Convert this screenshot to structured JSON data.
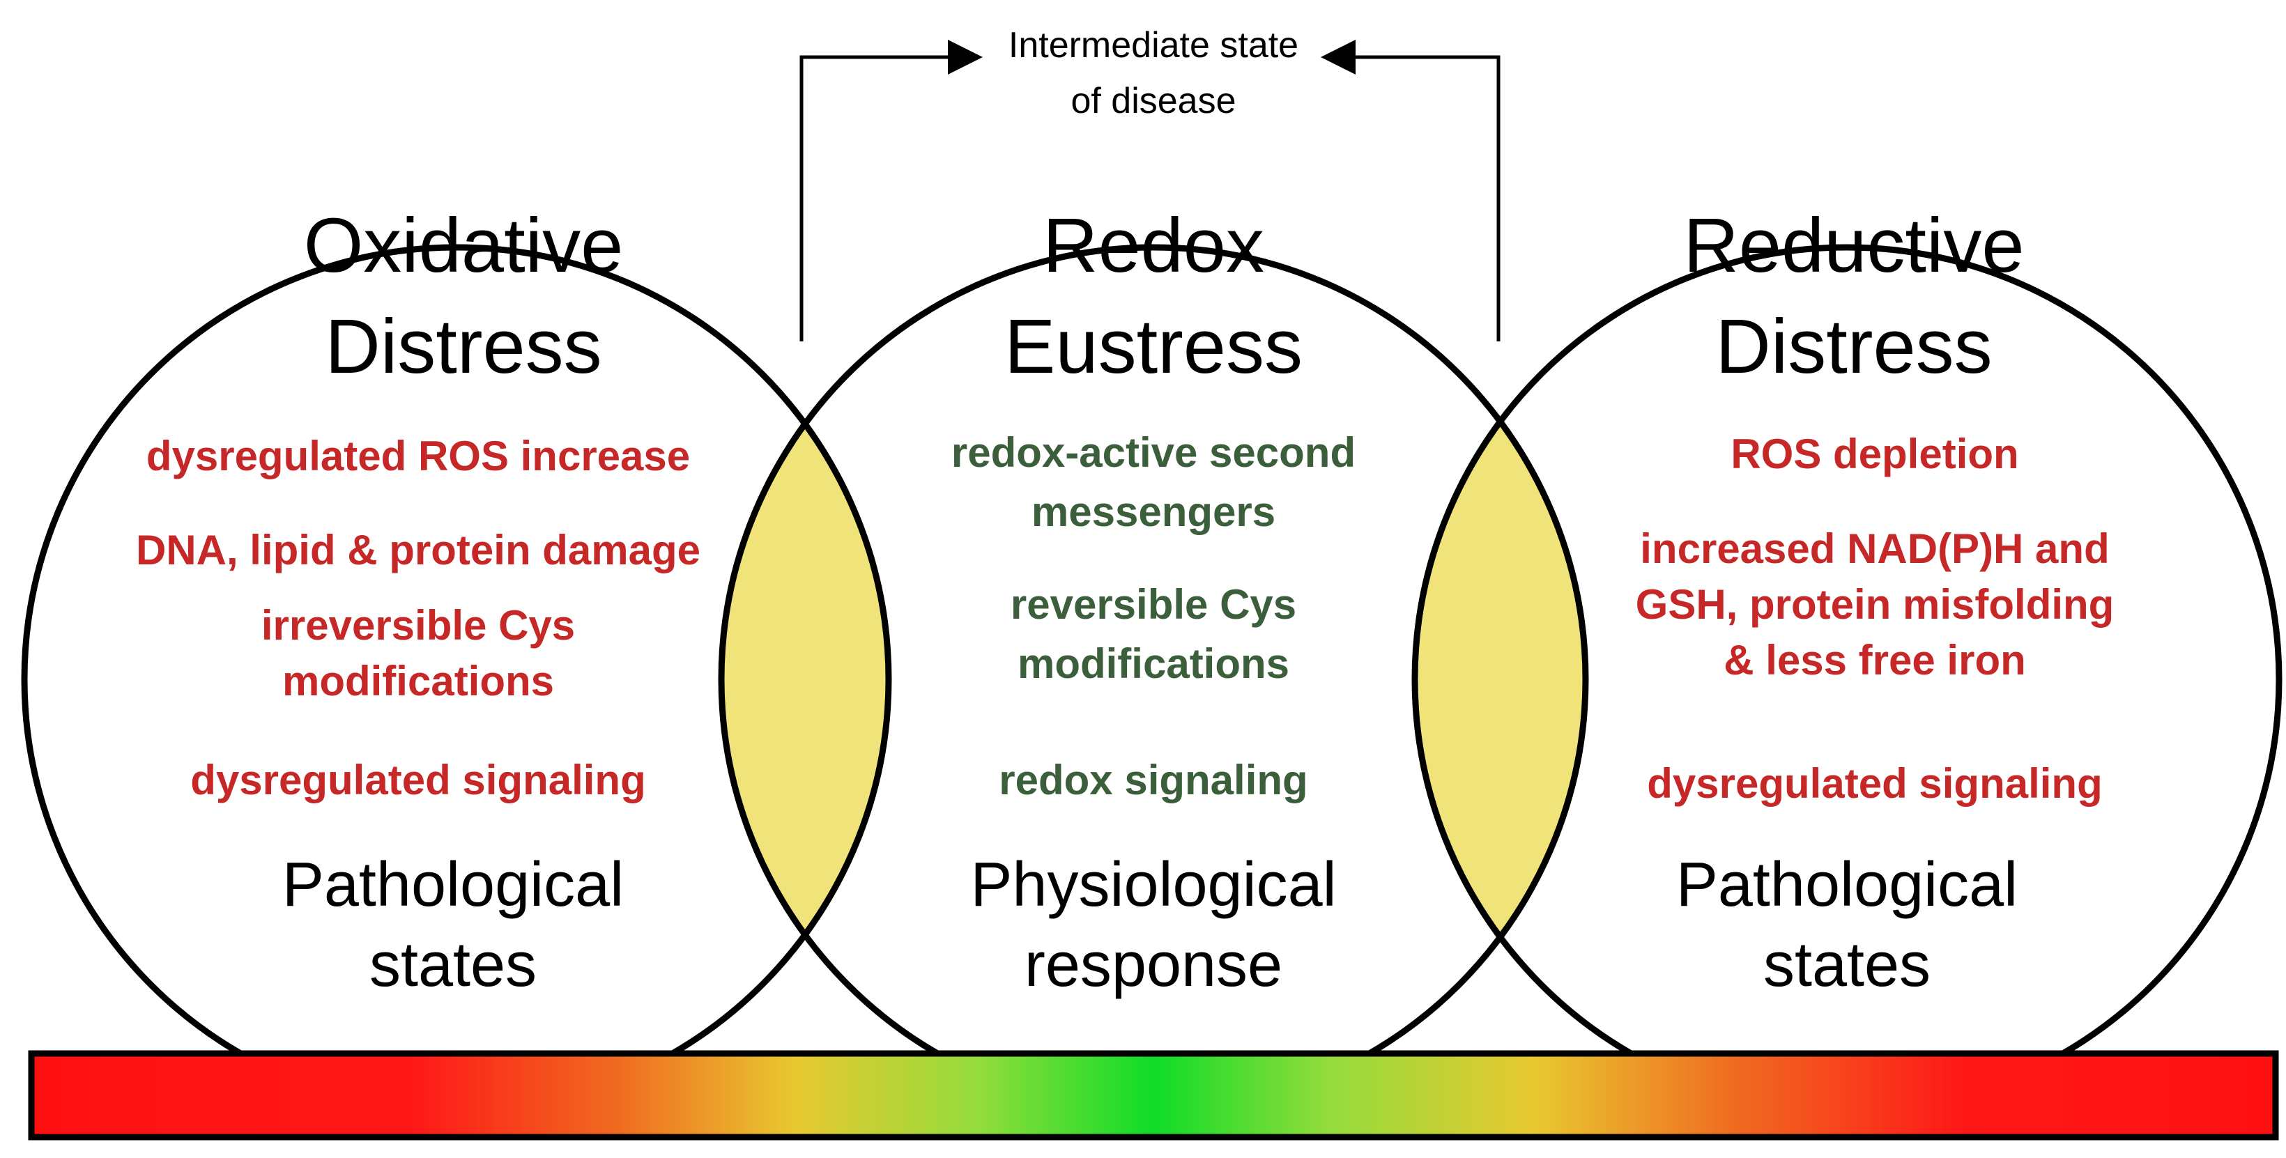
{
  "colors": {
    "pathological_text": "#c62828",
    "physiological_text": "#3b5e3b",
    "overlap_fill": "#f0e37a",
    "gradient": [
      "#ff1010",
      "#ff1818",
      "#f06a20",
      "#e8c830",
      "#96dc3c",
      "#10dc28",
      "#96dc3c",
      "#e8c830",
      "#f06a20",
      "#ff1818",
      "#ff1010"
    ]
  },
  "intermediate_label": {
    "line1": "Intermediate state",
    "line2": "of disease"
  },
  "circles": {
    "left": {
      "title_line1": "Oxidative",
      "title_line2": "Distress",
      "items": [
        "dysregulated ROS increase",
        "DNA, lipid & protein damage",
        "irreversible Cys",
        "modifications",
        "dysregulated signaling"
      ],
      "footer_line1": "Pathological",
      "footer_line2": "states"
    },
    "center": {
      "title_line1": "Redox",
      "title_line2": "Eustress",
      "items": [
        "redox-active second",
        "messengers",
        "reversible Cys",
        "modifications",
        "redox signaling"
      ],
      "footer_line1": "Physiological",
      "footer_line2": "response"
    },
    "right": {
      "title_line1": "Reductive",
      "title_line2": "Distress",
      "items": [
        "ROS depletion",
        "increased NAD(P)H and",
        "GSH, protein misfolding",
        "& less free iron",
        "dysregulated signaling"
      ],
      "footer_line1": "Pathological",
      "footer_line2": "states"
    }
  }
}
